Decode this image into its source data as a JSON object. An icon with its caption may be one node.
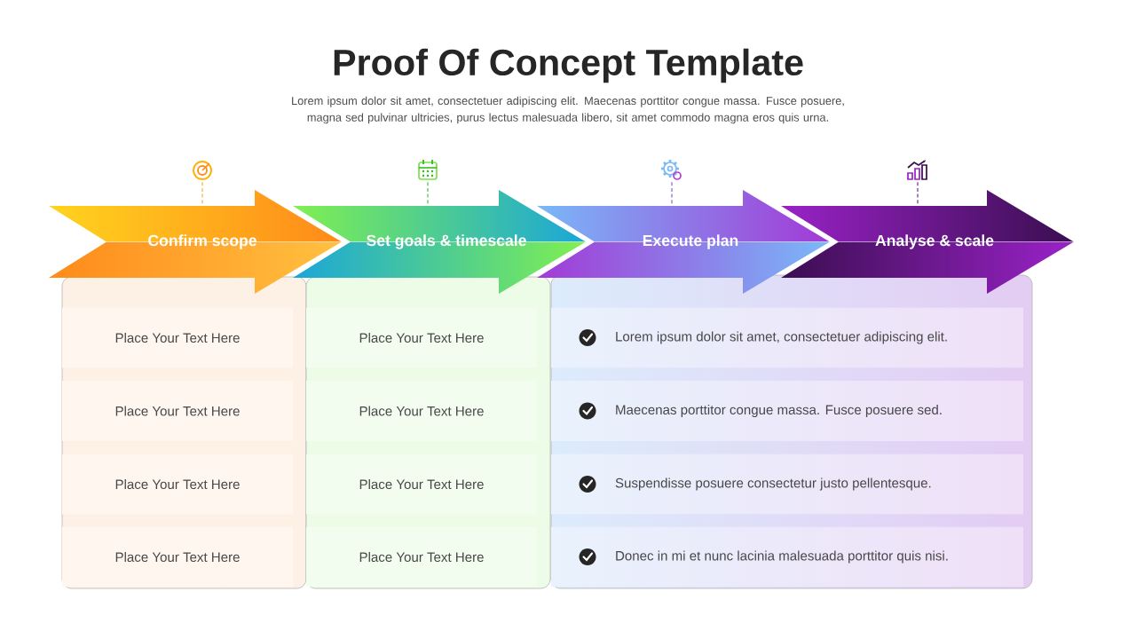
{
  "diagram": {
    "title": "Proof Of Concept Template",
    "nodes": [
      {
        "text": [],
        "shape": "target"
      },
      {
        "text": [],
        "shape": "calendar"
      },
      {
        "text": [],
        "shape": "gear"
      },
      {
        "text": [],
        "shape": "chart"
      },
      {
        "text": [
          "Confirm scope"
        ]
      },
      {
        "text": [
          "Set goals & timescale"
        ]
      },
      {
        "text": [
          "Execute plan"
        ]
      },
      {
        "text": [
          "Analyse & scale"
        ]
      },
      {
        "text": [],
        "shape": "box"
      },
      {
        "text": [
          "Place Your Text Here"
        ],
        "in": 8
      },
      {
        "text": [
          "Place Your Text Here"
        ],
        "in": 8
      },
      {
        "text": [
          "Place Your Text Here"
        ],
        "in": 8
      },
      {
        "text": [
          "Place Your Text Here"
        ],
        "in": 8
      },
      {
        "text": [],
        "shape": "box"
      },
      {
        "text": [
          "Place Your Text Here"
        ],
        "in": 13
      },
      {
        "text": [
          "Place Your Text Here"
        ],
        "in": 13
      },
      {
        "text": [
          "Place Your Text Here"
        ],
        "in": 13
      },
      {
        "text": [
          "Place Your Text Here"
        ],
        "in": 13
      },
      {
        "text": [],
        "shape": "box"
      },
      {
        "text": [
          "Lorem ipsum dolor sit amet, consectetuer adipiscing elit."
        ],
        "in": 18
      },
      {
        "text": [
          "Maecenas porttitor congue massa. Fusce posuere sed."
        ],
        "in": 18
      },
      {
        "text": [
          "Suspendisse posuere consectetur justo pellentesque."
        ],
        "in": 18
      },
      {
        "text": [
          "Donec in mi et nunc lacinia malesuada porttitor quis nisi."
        ],
        "in": 18
      }
    ],
    "edges": [
      {
        "from": 0,
        "to": 4,
        "arrow": "none",
        "style": "dashed",
        "color": "#f5a623"
      },
      {
        "from": 1,
        "to": 5,
        "arrow": "none",
        "style": "dashed",
        "color": "#3cb43c"
      },
      {
        "from": 2,
        "to": 6,
        "arrow": "none",
        "style": "dashed",
        "color": "#7a4fc8"
      },
      {
        "from": 3,
        "to": 7,
        "arrow": "none",
        "style": "dashed",
        "color": "#5a1a80"
      }
    ],
    "labels": [
      "Lorem ipsum dolor sit amet, consectetuer adipiscing elit. Maecenas porttitor congue massa. Fusce posuere, magna sed pulvinar ultricies, purus lectus malesuada libero, sit amet commodo magna eros quis urna."
    ]
  }
}
